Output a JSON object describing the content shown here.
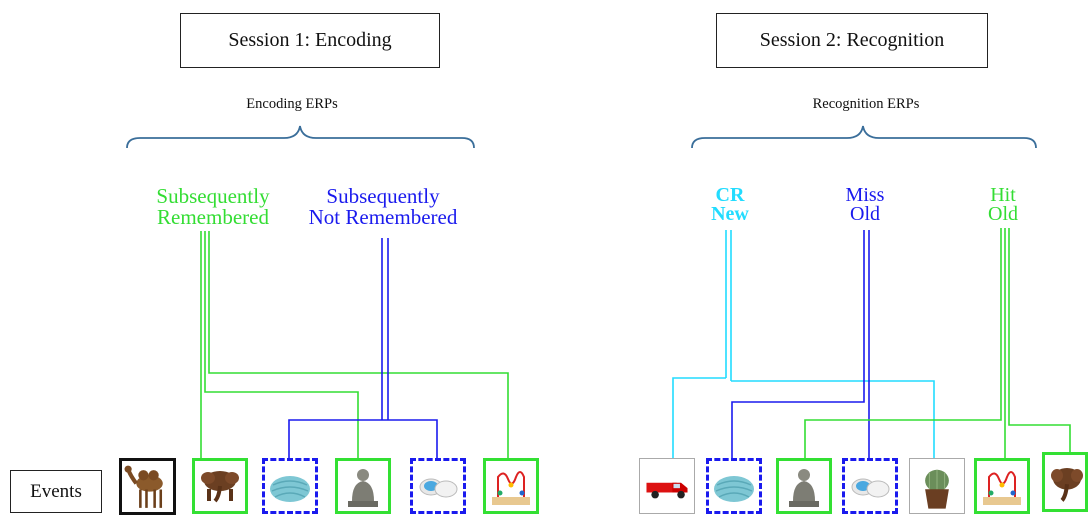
{
  "session1": {
    "title": "Session 1:  Encoding",
    "brace_label": "Encoding ERPs",
    "cond_remembered": [
      "Subsequently",
      "Remembered"
    ],
    "cond_not_remembered": [
      "Subsequently",
      "Not Remembered"
    ]
  },
  "session2": {
    "title": "Session 2:  Recognition",
    "brace_label": "Recognition ERPs",
    "cond_cr": [
      "CR",
      "New"
    ],
    "cond_miss": [
      "Miss",
      "Old"
    ],
    "cond_hit": [
      "Hit",
      "Old"
    ]
  },
  "events_label": "Events",
  "colors": {
    "green": "#33dd33",
    "blue": "#1a1aee",
    "cyan": "#22dcff",
    "brace": "#3a6e9a"
  },
  "encoding_events": [
    {
      "object": "camel-image",
      "border": "black"
    },
    {
      "object": "elephant-image",
      "border": "green-solid"
    },
    {
      "object": "yarn-image",
      "border": "blue-dashed"
    },
    {
      "object": "buddha-statue-image",
      "border": "green-solid"
    },
    {
      "object": "contact-lens-case-image",
      "border": "blue-dashed"
    },
    {
      "object": "bead-maze-toy-image",
      "border": "green-solid"
    }
  ],
  "recognition_events": [
    {
      "object": "red-truck-image",
      "border": "gray"
    },
    {
      "object": "yarn-image",
      "border": "blue-dashed"
    },
    {
      "object": "buddha-statue-image",
      "border": "green-solid"
    },
    {
      "object": "contact-lens-case-image",
      "border": "blue-dashed"
    },
    {
      "object": "cactus-image",
      "border": "gray"
    },
    {
      "object": "bead-maze-toy-image",
      "border": "green-solid"
    },
    {
      "object": "elephant-image",
      "border": "green-solid"
    }
  ]
}
